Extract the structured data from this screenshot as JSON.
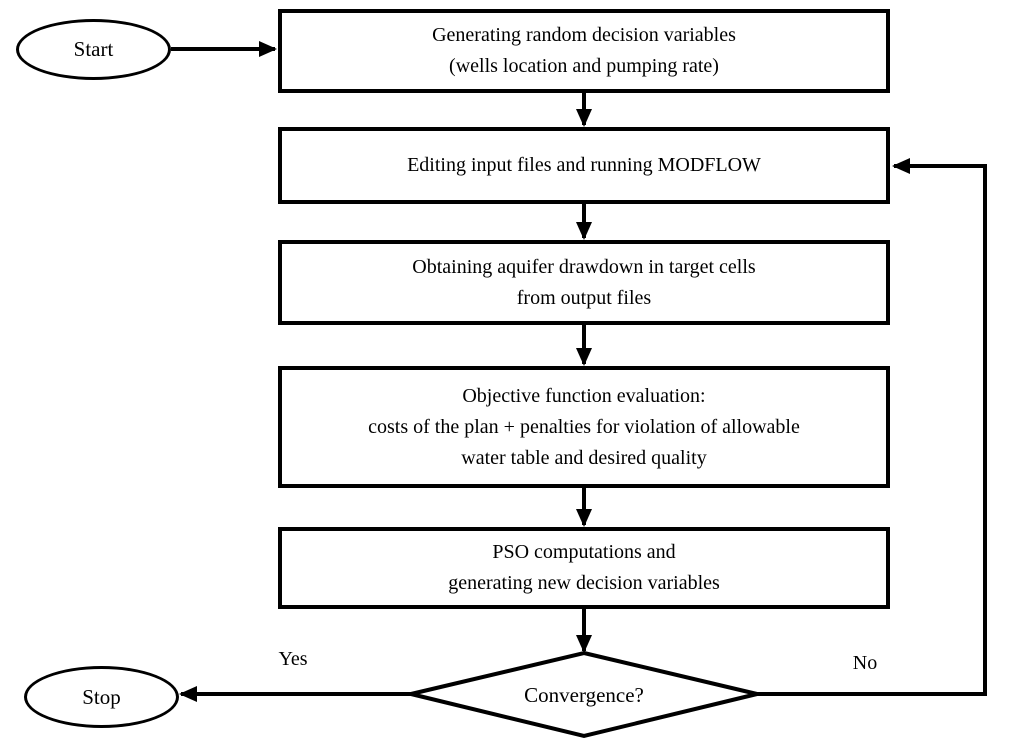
{
  "flowchart": {
    "nodes": {
      "start": {
        "type": "terminator",
        "label": "Start"
      },
      "generate": {
        "type": "process",
        "label": "Generating random decision variables\n(wells location and pumping rate)"
      },
      "modflow": {
        "type": "process",
        "label": "Editing input files and running MODFLOW"
      },
      "drawdown": {
        "type": "process",
        "label": "Obtaining aquifer drawdown in target cells\nfrom output files"
      },
      "objective": {
        "type": "process",
        "label": "Objective function evaluation:\ncosts of the plan + penalties for violation of allowable\nwater table and desired quality"
      },
      "pso": {
        "type": "process",
        "label": "PSO computations and\ngenerating new decision variables"
      },
      "convergence": {
        "type": "decision",
        "label": "Convergence?"
      },
      "stop": {
        "type": "terminator",
        "label": "Stop"
      }
    },
    "edges": {
      "yes_label": "Yes",
      "no_label": "No"
    },
    "colors": {
      "stroke": "#000000",
      "fill": "#ffffff"
    }
  }
}
